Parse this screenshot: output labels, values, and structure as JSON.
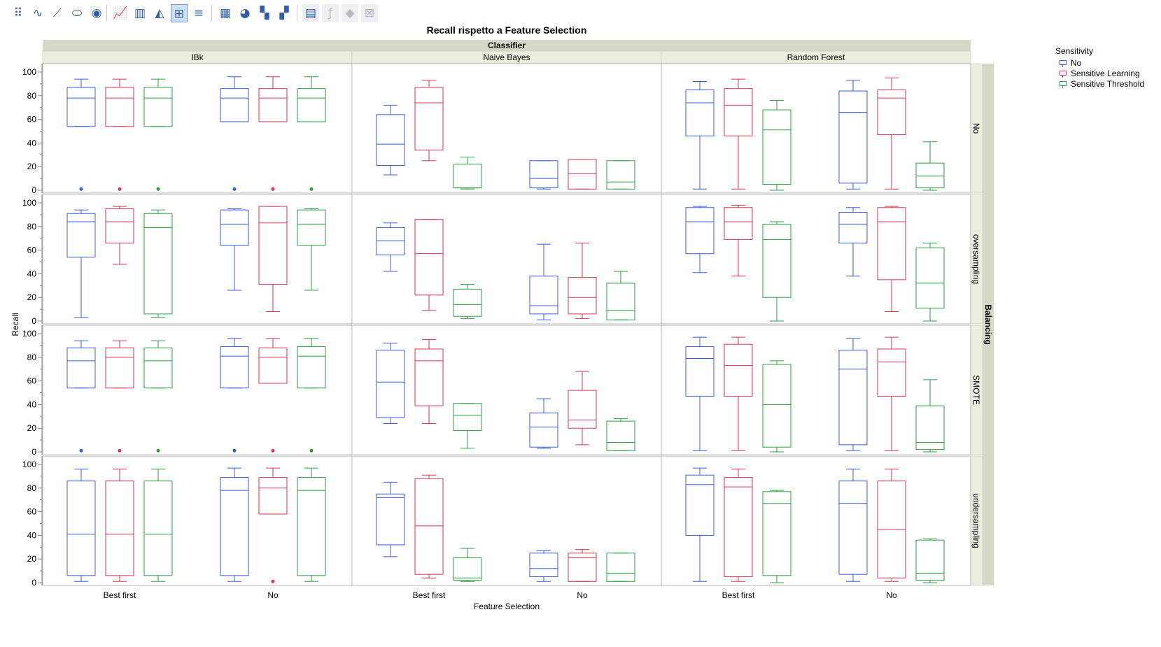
{
  "toolbar": {
    "icons": [
      "points-icon",
      "smoother-icon",
      "line-fit-icon",
      "ellipse-icon",
      "contour-icon",
      "line-chart-icon",
      "bar-chart-icon",
      "area-chart-icon",
      "box-plot-icon",
      "histogram-icon",
      "heatmap-icon",
      "pie-chart-icon",
      "treemap-icon",
      "mosaic-icon",
      "caption-box-icon",
      "formula-icon",
      "map-shape-icon",
      "custom-icon"
    ],
    "active": "box-plot-icon"
  },
  "chart_data": {
    "type": "box",
    "title": "Recall rispetto a Feature Selection",
    "xlabel": "Feature Selection",
    "ylabel": "Recall",
    "ylim": [
      0,
      100
    ],
    "yticks": [
      0,
      20,
      40,
      60,
      80,
      100
    ],
    "column_group_label": "Classifier",
    "columns": [
      "IBk",
      "Naive Bayes",
      "Random Forest"
    ],
    "row_group_label": "Balancing",
    "rows": [
      "No",
      "oversampling",
      "SMOTE",
      "undersampling"
    ],
    "x_categories": [
      "Best first",
      "No"
    ],
    "legend": {
      "title": "Sensitivity",
      "position": "right",
      "series": [
        {
          "name": "No",
          "color": "#3b5bdb"
        },
        {
          "name": "Sensitive Learning",
          "color": "#d9364f"
        },
        {
          "name": "Sensitive Threshold",
          "color": "#2e9e44"
        }
      ]
    },
    "boxes_note": "Each box: [min, q1, median, q3, max]; outliers listed separately",
    "boxes": [
      [
        [
          [
            {
              "stats": [
                54,
                54,
                78,
                87,
                94
              ],
              "outliers": [
                1
              ]
            },
            {
              "stats": [
                54,
                54,
                78,
                87,
                94
              ],
              "outliers": [
                1
              ]
            },
            {
              "stats": [
                54,
                54,
                78,
                87,
                94
              ],
              "outliers": [
                1
              ]
            }
          ],
          [
            {
              "stats": [
                58,
                58,
                78,
                86,
                96
              ],
              "outliers": [
                1
              ]
            },
            {
              "stats": [
                58,
                58,
                78,
                86,
                96
              ],
              "outliers": [
                1
              ]
            },
            {
              "stats": [
                58,
                58,
                78,
                86,
                96
              ],
              "outliers": [
                1
              ]
            }
          ]
        ],
        [
          [
            {
              "stats": [
                13,
                21,
                39,
                64,
                72
              ],
              "outliers": []
            },
            {
              "stats": [
                25,
                34,
                74,
                87,
                93
              ],
              "outliers": []
            },
            {
              "stats": [
                1,
                2,
                2,
                22,
                28
              ],
              "outliers": []
            }
          ],
          [
            {
              "stats": [
                1,
                2,
                10,
                25,
                25
              ],
              "outliers": []
            },
            {
              "stats": [
                1,
                1,
                14,
                26,
                26
              ],
              "outliers": []
            },
            {
              "stats": [
                1,
                1,
                7,
                25,
                25
              ],
              "outliers": []
            }
          ]
        ],
        [
          [
            {
              "stats": [
                1,
                46,
                74,
                85,
                92
              ],
              "outliers": []
            },
            {
              "stats": [
                1,
                46,
                72,
                86,
                94
              ],
              "outliers": []
            },
            {
              "stats": [
                0,
                5,
                51,
                68,
                76
              ],
              "outliers": []
            }
          ],
          [
            {
              "stats": [
                1,
                6,
                66,
                84,
                93
              ],
              "outliers": []
            },
            {
              "stats": [
                1,
                47,
                78,
                85,
                95
              ],
              "outliers": []
            },
            {
              "stats": [
                0,
                2,
                12,
                23,
                41
              ],
              "outliers": []
            }
          ]
        ]
      ],
      [
        [
          [
            {
              "stats": [
                3,
                54,
                84,
                91,
                94
              ],
              "outliers": []
            },
            {
              "stats": [
                48,
                66,
                84,
                95,
                97
              ],
              "outliers": []
            },
            {
              "stats": [
                3,
                6,
                79,
                91,
                94
              ],
              "outliers": []
            }
          ],
          [
            {
              "stats": [
                26,
                64,
                82,
                94,
                95
              ],
              "outliers": []
            },
            {
              "stats": [
                8,
                31,
                83,
                97,
                97
              ],
              "outliers": []
            },
            {
              "stats": [
                26,
                64,
                82,
                94,
                95
              ],
              "outliers": []
            }
          ]
        ],
        [
          [
            {
              "stats": [
                42,
                56,
                68,
                79,
                83
              ],
              "outliers": []
            },
            {
              "stats": [
                9,
                22,
                57,
                86,
                86
              ],
              "outliers": []
            },
            {
              "stats": [
                2,
                4,
                14,
                27,
                31
              ],
              "outliers": []
            }
          ],
          [
            {
              "stats": [
                1,
                6,
                13,
                38,
                65
              ],
              "outliers": []
            },
            {
              "stats": [
                2,
                6,
                20,
                37,
                66
              ],
              "outliers": []
            },
            {
              "stats": [
                1,
                1,
                9,
                32,
                42
              ],
              "outliers": []
            }
          ]
        ],
        [
          [
            {
              "stats": [
                41,
                57,
                84,
                96,
                97
              ],
              "outliers": []
            },
            {
              "stats": [
                38,
                69,
                84,
                96,
                98
              ],
              "outliers": []
            },
            {
              "stats": [
                0,
                20,
                69,
                82,
                84
              ],
              "outliers": []
            }
          ],
          [
            {
              "stats": [
                38,
                66,
                82,
                92,
                96
              ],
              "outliers": []
            },
            {
              "stats": [
                8,
                35,
                84,
                96,
                97
              ],
              "outliers": []
            },
            {
              "stats": [
                0,
                11,
                32,
                62,
                66
              ],
              "outliers": []
            }
          ]
        ]
      ],
      [
        [
          [
            {
              "stats": [
                54,
                54,
                77,
                88,
                94
              ],
              "outliers": [
                1
              ]
            },
            {
              "stats": [
                54,
                54,
                80,
                88,
                94
              ],
              "outliers": [
                1
              ]
            },
            {
              "stats": [
                54,
                54,
                77,
                88,
                94
              ],
              "outliers": [
                1
              ]
            }
          ],
          [
            {
              "stats": [
                54,
                54,
                81,
                89,
                96
              ],
              "outliers": [
                1
              ]
            },
            {
              "stats": [
                58,
                58,
                80,
                88,
                96
              ],
              "outliers": [
                1
              ]
            },
            {
              "stats": [
                54,
                54,
                81,
                89,
                96
              ],
              "outliers": [
                1
              ]
            }
          ]
        ],
        [
          [
            {
              "stats": [
                24,
                29,
                59,
                86,
                92
              ],
              "outliers": []
            },
            {
              "stats": [
                24,
                39,
                77,
                87,
                95
              ],
              "outliers": []
            },
            {
              "stats": [
                3,
                18,
                31,
                41,
                41
              ],
              "outliers": []
            }
          ],
          [
            {
              "stats": [
                3,
                4,
                21,
                33,
                45
              ],
              "outliers": []
            },
            {
              "stats": [
                6,
                20,
                27,
                52,
                68
              ],
              "outliers": []
            },
            {
              "stats": [
                1,
                1,
                8,
                26,
                28
              ],
              "outliers": []
            }
          ]
        ],
        [
          [
            {
              "stats": [
                1,
                47,
                79,
                89,
                97
              ],
              "outliers": []
            },
            {
              "stats": [
                1,
                47,
                73,
                91,
                97
              ],
              "outliers": []
            },
            {
              "stats": [
                0,
                4,
                40,
                74,
                77
              ],
              "outliers": []
            }
          ],
          [
            {
              "stats": [
                1,
                6,
                70,
                86,
                96
              ],
              "outliers": []
            },
            {
              "stats": [
                1,
                47,
                76,
                87,
                97
              ],
              "outliers": []
            },
            {
              "stats": [
                0,
                2,
                8,
                39,
                61
              ],
              "outliers": []
            }
          ]
        ]
      ],
      [
        [
          [
            {
              "stats": [
                1,
                6,
                41,
                86,
                96
              ],
              "outliers": []
            },
            {
              "stats": [
                1,
                6,
                41,
                86,
                96
              ],
              "outliers": []
            },
            {
              "stats": [
                1,
                6,
                41,
                86,
                96
              ],
              "outliers": []
            }
          ],
          [
            {
              "stats": [
                1,
                6,
                78,
                89,
                97
              ],
              "outliers": []
            },
            {
              "stats": [
                58,
                58,
                80,
                89,
                97
              ],
              "outliers": [
                1
              ]
            },
            {
              "stats": [
                1,
                6,
                78,
                89,
                97
              ],
              "outliers": []
            }
          ]
        ],
        [
          [
            {
              "stats": [
                22,
                32,
                72,
                75,
                85
              ],
              "outliers": []
            },
            {
              "stats": [
                4,
                7,
                48,
                88,
                91
              ],
              "outliers": []
            },
            {
              "stats": [
                1,
                2,
                4,
                21,
                29
              ],
              "outliers": []
            }
          ],
          [
            {
              "stats": [
                1,
                5,
                12,
                25,
                27
              ],
              "outliers": []
            },
            {
              "stats": [
                1,
                1,
                21,
                25,
                28
              ],
              "outliers": []
            },
            {
              "stats": [
                1,
                1,
                8,
                25,
                25
              ],
              "outliers": []
            }
          ]
        ],
        [
          [
            {
              "stats": [
                1,
                40,
                83,
                91,
                97
              ],
              "outliers": []
            },
            {
              "stats": [
                1,
                5,
                81,
                89,
                96
              ],
              "outliers": []
            },
            {
              "stats": [
                0,
                6,
                67,
                77,
                78
              ],
              "outliers": []
            }
          ],
          [
            {
              "stats": [
                1,
                7,
                67,
                86,
                96
              ],
              "outliers": []
            },
            {
              "stats": [
                1,
                4,
                45,
                86,
                96
              ],
              "outliers": []
            },
            {
              "stats": [
                0,
                2,
                8,
                36,
                37
              ],
              "outliers": []
            }
          ]
        ]
      ]
    ]
  }
}
